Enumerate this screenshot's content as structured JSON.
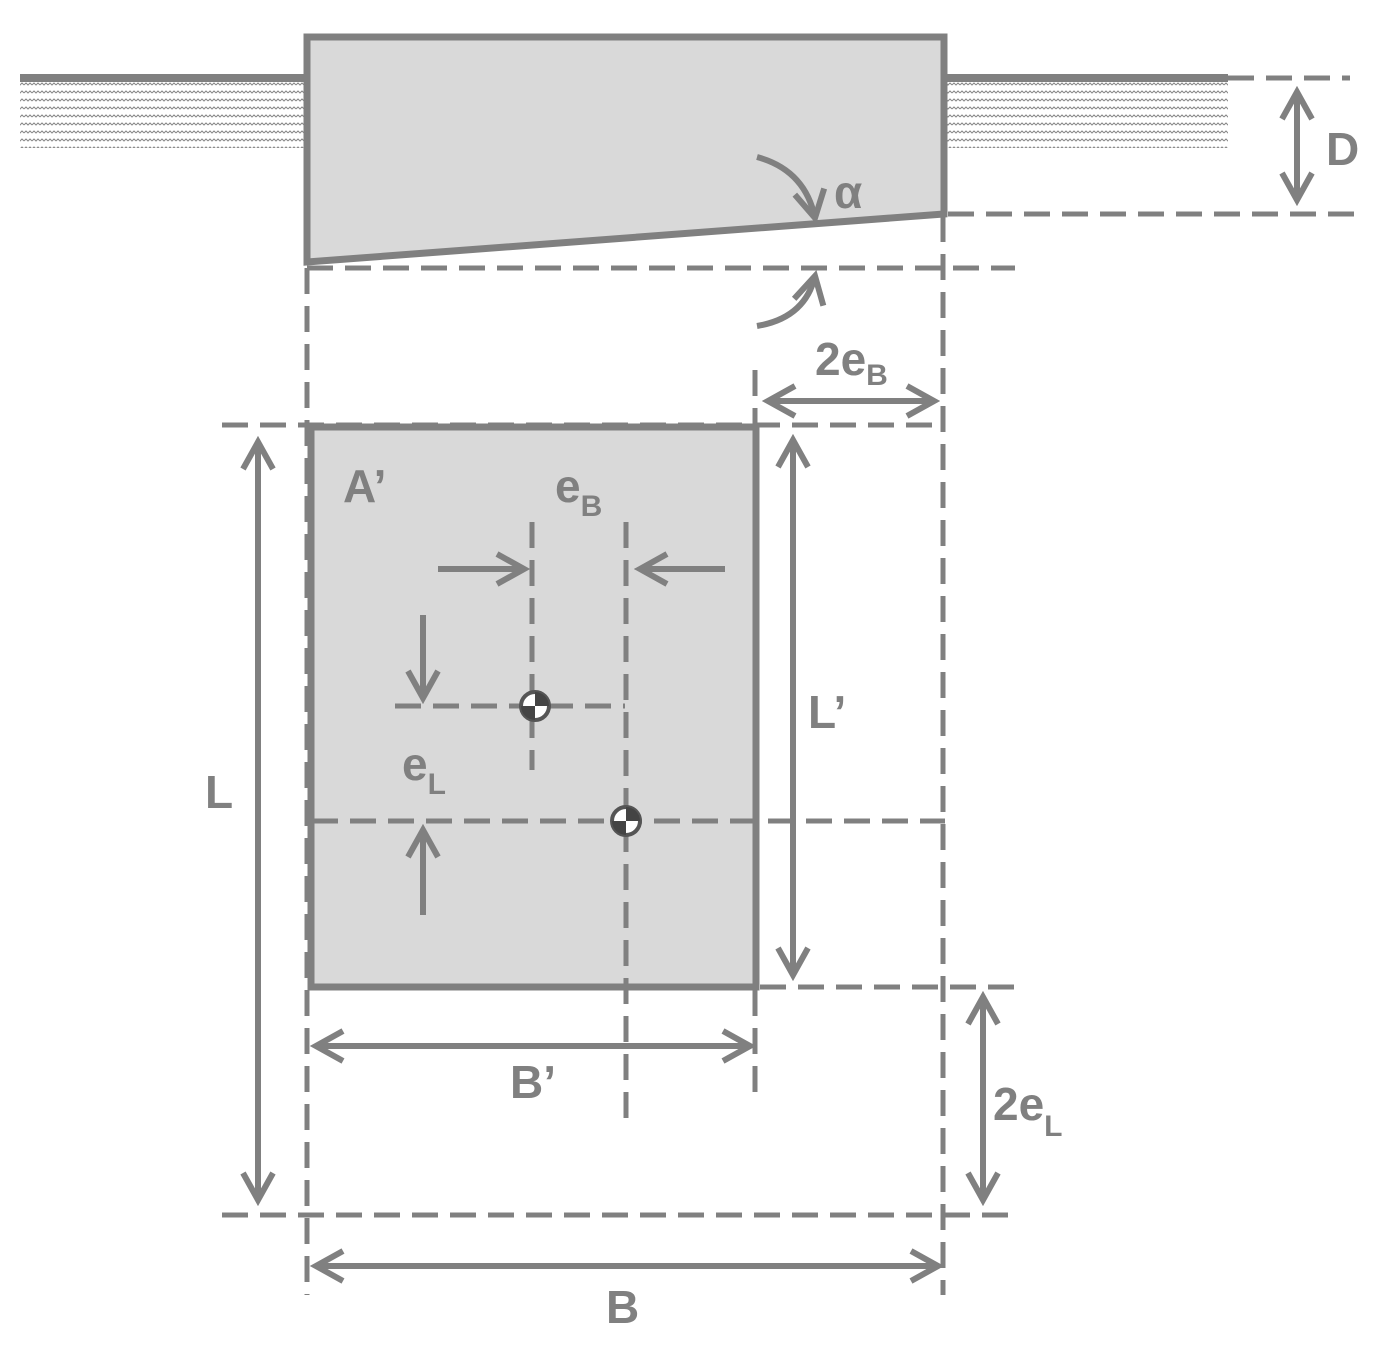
{
  "labels": {
    "depth": "D",
    "angle": "α",
    "two_eB": "2e",
    "two_eB_sub": "B",
    "effective_area": "A’",
    "eB": "e",
    "eB_sub": "B",
    "eL": "e",
    "eL_sub": "L",
    "length": "L",
    "eff_length": "L’",
    "two_eL": "2e",
    "two_eL_sub": "L",
    "eff_width": "B’",
    "width": "B"
  },
  "colors": {
    "line": "#808080",
    "fill": "#d9d9d9"
  }
}
